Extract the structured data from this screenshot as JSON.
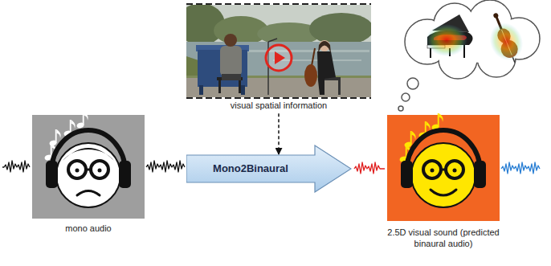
{
  "diagram": {
    "nodes": [
      {
        "text": [
          "visual spatial information"
        ]
      },
      {
        "text": [
          "mono audio"
        ]
      },
      {
        "text": [
          "Mono2Binaural"
        ]
      },
      {
        "text": [
          "2.5D visual sound (predicted binaural audio)"
        ]
      }
    ],
    "edges": [
      {
        "from": 0,
        "to": 2,
        "arrow": "to"
      }
    ]
  }
}
